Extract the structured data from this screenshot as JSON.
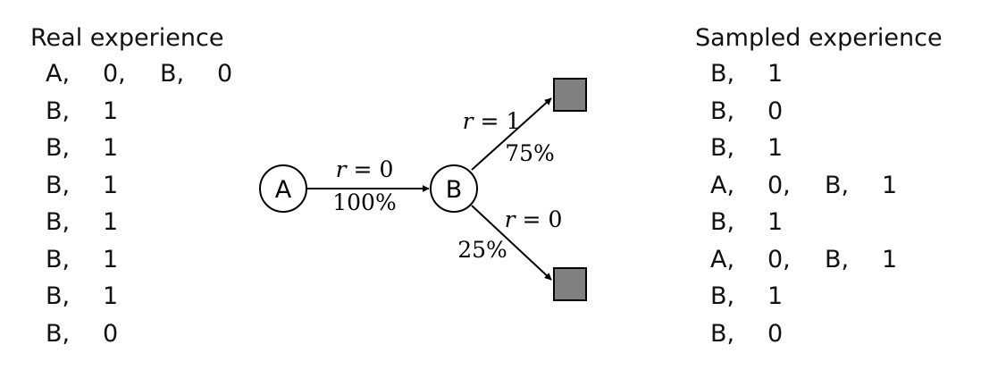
{
  "real": {
    "title": "Real experience",
    "rows": [
      [
        "A,",
        "0,",
        "B,",
        "0"
      ],
      [
        "B,",
        "1"
      ],
      [
        "B,",
        "1"
      ],
      [
        "B,",
        "1"
      ],
      [
        "B,",
        "1"
      ],
      [
        "B,",
        "1"
      ],
      [
        "B,",
        "1"
      ],
      [
        "B,",
        "0"
      ]
    ]
  },
  "sampled": {
    "title": "Sampled experience",
    "rows": [
      [
        "B,",
        "1"
      ],
      [
        "B,",
        "0"
      ],
      [
        "B,",
        "1"
      ],
      [
        "A,",
        "0,",
        "B,",
        "1"
      ],
      [
        "B,",
        "1"
      ],
      [
        "A,",
        "0,",
        "B,",
        "1"
      ],
      [
        "B,",
        "1"
      ],
      [
        "B,",
        "0"
      ]
    ]
  },
  "diagram": {
    "nodes": {
      "a": "A",
      "b": "B"
    },
    "edges": {
      "a_to_b": {
        "r_symbol": "r",
        "r_value": "= 0",
        "prob": "100%"
      },
      "b_to_top": {
        "r_symbol": "r",
        "r_value": "= 1",
        "prob": "75%"
      },
      "b_to_bottom": {
        "r_symbol": "r",
        "r_value": "= 0",
        "prob": "25%"
      }
    },
    "colors": {
      "terminal_fill": "#808080",
      "stroke": "#000000"
    }
  }
}
